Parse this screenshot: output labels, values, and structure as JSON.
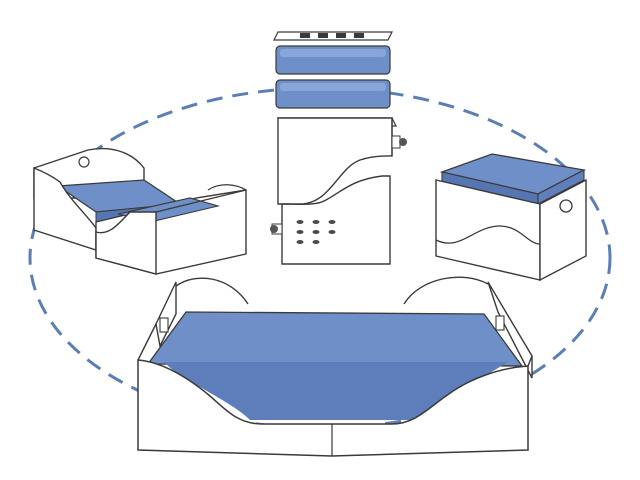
{
  "diagram": {
    "colors": {
      "background": "#ffffff",
      "line": "#3a3a3a",
      "panel": "#ffffff",
      "cushion": "#6f8fc9",
      "cushion_top": "#7d9bd3",
      "cushion_edge": "#3f5f9f",
      "dashed_orbit": "#5b7fb5"
    },
    "parts": [
      {
        "id": "slatted-board",
        "kind": "board"
      },
      {
        "id": "cushion-top",
        "kind": "cushion"
      },
      {
        "id": "cushion-middle",
        "kind": "cushion"
      },
      {
        "id": "upper-frame-half",
        "kind": "frame"
      },
      {
        "id": "lower-frame-half",
        "kind": "frame"
      },
      {
        "id": "chaise-configuration",
        "kind": "assembly"
      },
      {
        "id": "ottoman-configuration",
        "kind": "assembly"
      },
      {
        "id": "bed-configuration",
        "kind": "assembly"
      }
    ]
  }
}
